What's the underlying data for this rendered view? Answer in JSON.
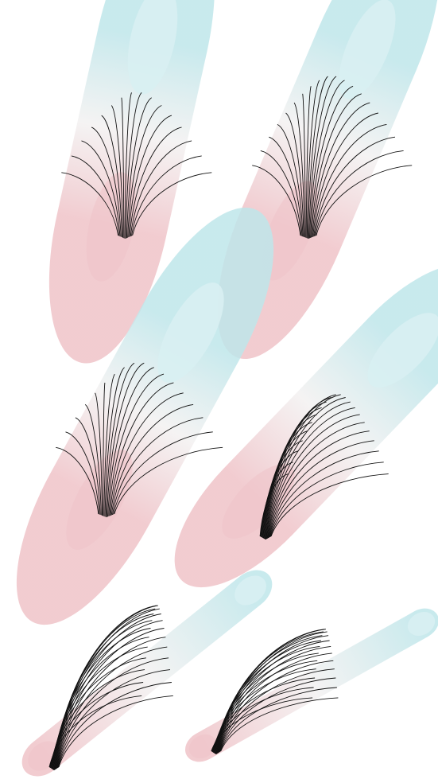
{
  "figure": {
    "panels": [
      {
        "id": "panel-1",
        "lines": 16,
        "spread": 0.9,
        "bend": 0.35
      },
      {
        "id": "panel-2",
        "lines": 20,
        "spread": 1.0,
        "bend": 0.45
      },
      {
        "id": "panel-3",
        "lines": 18,
        "spread": 1.0,
        "bend": 0.6
      },
      {
        "id": "panel-4",
        "lines": 22,
        "spread": 0.7,
        "bend": 1.0
      },
      {
        "id": "panel-5",
        "lines": 22,
        "spread": 0.6,
        "bend": 1.0
      },
      {
        "id": "panel-6",
        "lines": 22,
        "spread": 0.6,
        "bend": 1.0
      }
    ],
    "colors": {
      "top": "#bfe6ea",
      "middle": "#f3f1f1",
      "bottom": "#efc3c8",
      "line": "#111111"
    }
  }
}
